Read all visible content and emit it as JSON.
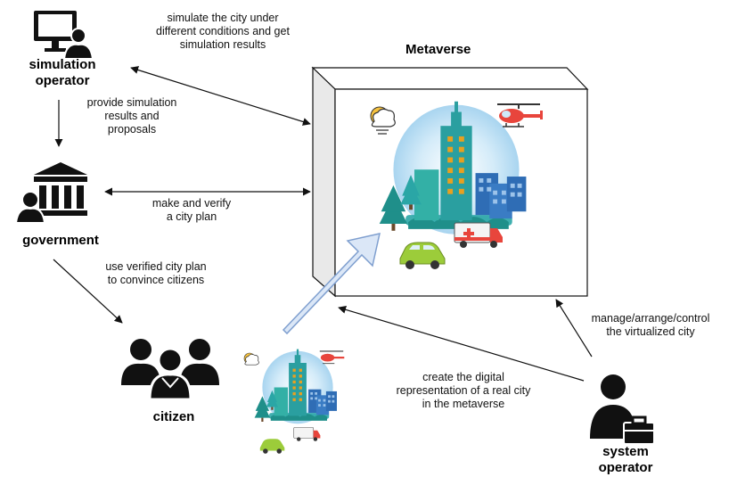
{
  "diagram": {
    "metaverse_title": "Metaverse",
    "actors": {
      "simulation_operator": {
        "line1": "simulation",
        "line2": "operator"
      },
      "government": {
        "label": "government"
      },
      "citizen": {
        "label": "citizen"
      },
      "system_operator": {
        "line1": "system",
        "line2": "operator"
      }
    },
    "edges": {
      "simulate": {
        "line1": "simulate the city under",
        "line2": "different conditions and get",
        "line3": "simulation results"
      },
      "provide": {
        "line1": "provide simulation",
        "line2": "results and",
        "line3": "proposals"
      },
      "make_plan": {
        "line1": "make and verify",
        "line2": "a city plan"
      },
      "convince": {
        "line1": "use verified city plan",
        "line2": "to convince citizens"
      },
      "create_digital": {
        "line1": "create the digital",
        "line2": "representation of a real city",
        "line3": "in the metaverse"
      },
      "manage": {
        "line1": "manage/arrange/control",
        "line2": "the virtualized city"
      }
    },
    "colors": {
      "line": "#111111",
      "building_teal": "#2aa6a6",
      "building_blue": "#2f6db5",
      "sky_glow": "#a9d8f2",
      "tree_green": "#1f8f8a",
      "big_arrow_fill": "#dbe7f7",
      "big_arrow_stroke": "#7f9fcf"
    }
  }
}
